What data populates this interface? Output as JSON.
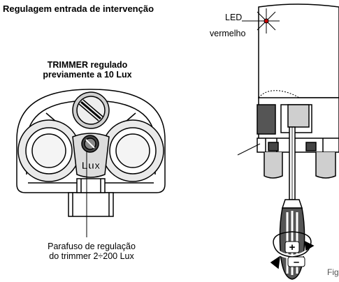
{
  "title": "Regulagem entrada de intervenção",
  "trimmer_note": [
    "TRIMMER regulado",
    "previamente a 10 Lux"
  ],
  "led_label": [
    "LED",
    "vermelho"
  ],
  "lux_marking": "Lux",
  "screw_note": [
    "Parafuso de regulação",
    "do trimmer 2÷200 Lux"
  ],
  "plus_sign": "+",
  "minus_sign": "–",
  "figure_label": "Fig"
}
